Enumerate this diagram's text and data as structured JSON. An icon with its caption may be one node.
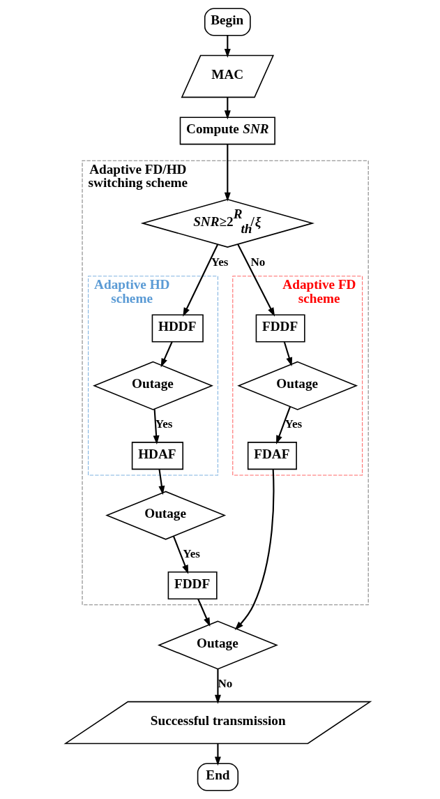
{
  "diagram": {
    "nodes": [
      {
        "text": [
          "Begin"
        ]
      },
      {
        "text": [
          "MAC"
        ]
      },
      {
        "text": [
          "Compute *SNR*"
        ]
      },
      {
        "text": [
          "Adaptive FD/HD switching scheme"
        ]
      },
      {
        "text": [
          "*SNR*≥2$^{R}$$_{th}$/*ξ*"
        ],
        "in": 3
      },
      {
        "text": [
          "Adaptive FD scheme"
        ],
        "in": 3
      },
      {
        "text": [
          "FDDF"
        ],
        "in": 5
      },
      {
        "text": [
          "Outage"
        ],
        "in": 5
      },
      {
        "text": [
          "FDAF"
        ],
        "in": 5
      },
      {
        "text": [
          "Adaptive HD scheme"
        ],
        "in": 3
      },
      {
        "text": [
          "HDDF"
        ],
        "in": 9
      },
      {
        "text": [
          "Outage"
        ],
        "in": 9
      },
      {
        "text": [
          "HDAF"
        ],
        "in": 9
      },
      {
        "text": [
          "Outage"
        ],
        "in": 3
      },
      {
        "text": [
          "FDDF"
        ],
        "in": 3
      },
      {
        "text": [
          "Outage"
        ]
      },
      {
        "text": [
          "Successful transmission"
        ]
      },
      {
        "text": [
          "End"
        ]
      }
    ],
    "edges": [
      {
        "from": 0,
        "to": 1,
        "arrow": "to"
      },
      {
        "from": 1,
        "to": 2,
        "arrow": "to"
      },
      {
        "from": 2,
        "to": 4,
        "arrow": "to"
      },
      {
        "from": 4,
        "to": 6,
        "arrow": "to",
        "label": "No"
      },
      {
        "from": 4,
        "to": 10,
        "arrow": "to",
        "label": "Yes"
      },
      {
        "from": 6,
        "to": 7,
        "arrow": "to"
      },
      {
        "from": 7,
        "to": 8,
        "arrow": "to",
        "label": "Yes"
      },
      {
        "from": 10,
        "to": 11,
        "arrow": "to"
      },
      {
        "from": 11,
        "to": 12,
        "arrow": "to",
        "label": "Yes"
      },
      {
        "from": 12,
        "to": 13,
        "arrow": "to"
      },
      {
        "from": 13,
        "to": 14,
        "arrow": "to",
        "label": "Yes"
      },
      {
        "from": 8,
        "to": 15,
        "arrow": "to"
      },
      {
        "from": 14,
        "to": 15,
        "arrow": "to"
      },
      {
        "from": 15,
        "to": 16,
        "arrow": "to",
        "label": "No"
      },
      {
        "from": 16,
        "to": 17,
        "arrow": "to"
      }
    ]
  }
}
